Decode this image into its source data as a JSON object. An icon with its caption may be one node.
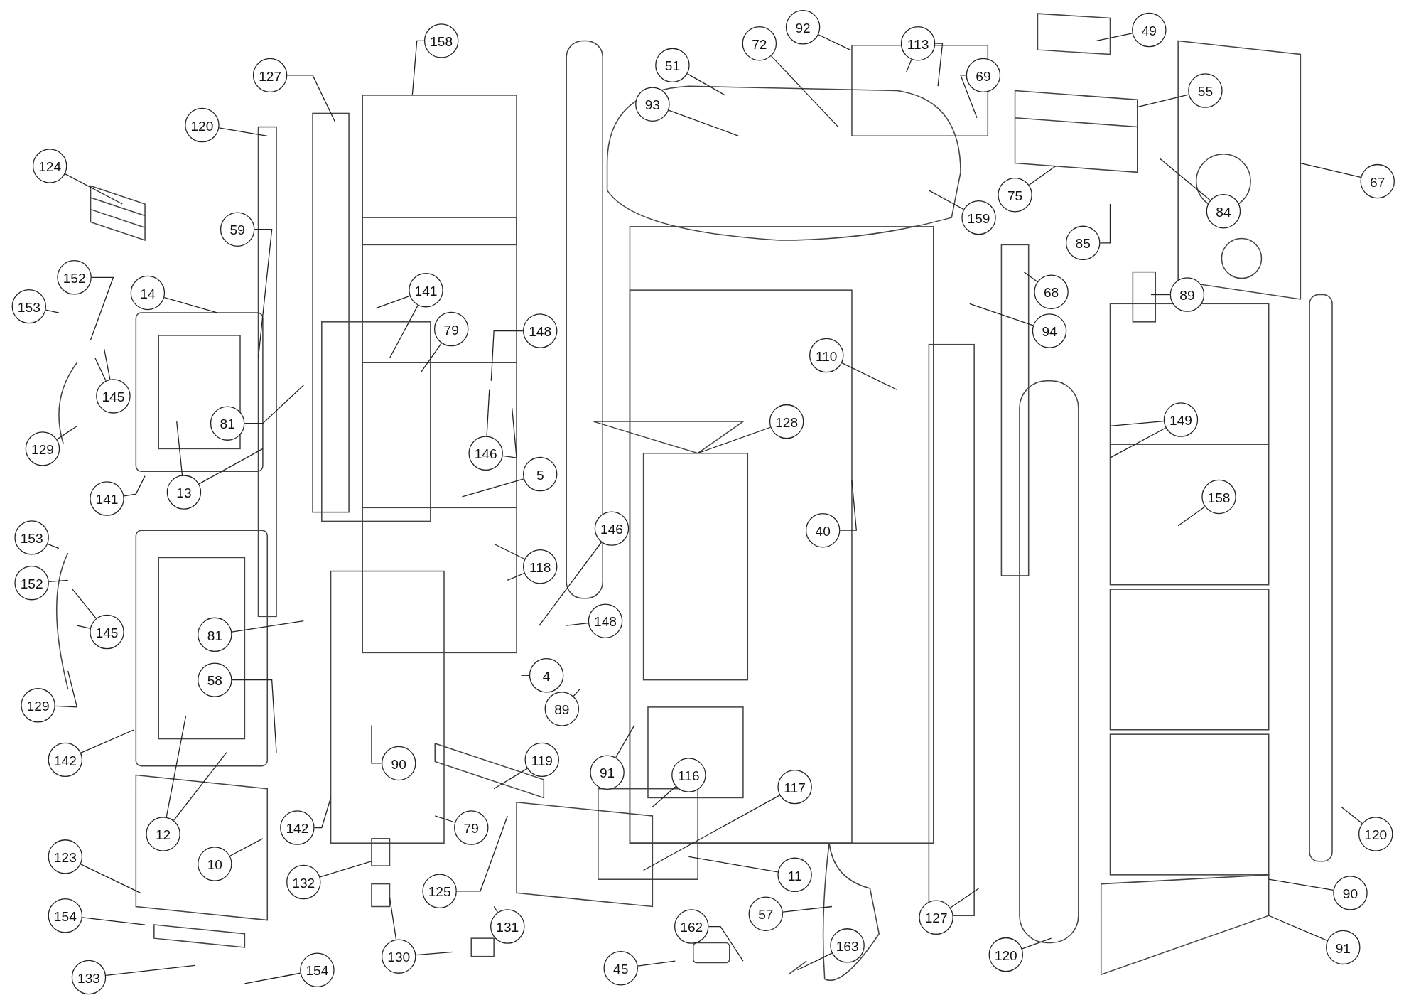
{
  "diagram": {
    "nodes": [
      {
        "text": [
          "158"
        ]
      },
      {
        "text": [
          "92"
        ]
      },
      {
        "text": [
          "113"
        ]
      },
      {
        "text": [
          "49"
        ]
      },
      {
        "text": [
          "72"
        ]
      },
      {
        "text": [
          "51"
        ]
      },
      {
        "text": [
          "93"
        ]
      },
      {
        "text": [
          "69"
        ]
      },
      {
        "text": [
          "55"
        ]
      },
      {
        "text": [
          "127"
        ]
      },
      {
        "text": [
          "120"
        ]
      },
      {
        "text": [
          "124"
        ]
      },
      {
        "text": [
          "67"
        ]
      },
      {
        "text": [
          "75"
        ]
      },
      {
        "text": [
          "84"
        ]
      },
      {
        "text": [
          "159"
        ]
      },
      {
        "text": [
          "85"
        ]
      },
      {
        "text": [
          "59"
        ]
      },
      {
        "text": [
          "152"
        ]
      },
      {
        "text": [
          "14"
        ]
      },
      {
        "text": [
          "153"
        ]
      },
      {
        "text": [
          "68"
        ]
      },
      {
        "text": [
          "89"
        ]
      },
      {
        "text": [
          "141"
        ]
      },
      {
        "text": [
          "79"
        ]
      },
      {
        "text": [
          "148"
        ]
      },
      {
        "text": [
          "94"
        ]
      },
      {
        "text": [
          "110"
        ]
      },
      {
        "text": [
          "145"
        ]
      },
      {
        "text": [
          "81"
        ]
      },
      {
        "text": [
          "128"
        ]
      },
      {
        "text": [
          "149"
        ]
      },
      {
        "text": [
          "146"
        ]
      },
      {
        "text": [
          "129"
        ]
      },
      {
        "text": [
          "5"
        ]
      },
      {
        "text": [
          "141"
        ]
      },
      {
        "text": [
          "13"
        ]
      },
      {
        "text": [
          "158"
        ]
      },
      {
        "text": [
          "40"
        ]
      },
      {
        "text": [
          "118"
        ]
      },
      {
        "text": [
          "146"
        ]
      },
      {
        "text": [
          "153"
        ]
      },
      {
        "text": [
          "152"
        ]
      },
      {
        "text": [
          "148"
        ]
      },
      {
        "text": [
          "145"
        ]
      },
      {
        "text": [
          "81"
        ]
      },
      {
        "text": [
          "4"
        ]
      },
      {
        "text": [
          "58"
        ]
      },
      {
        "text": [
          "89"
        ]
      },
      {
        "text": [
          "129"
        ]
      },
      {
        "text": [
          "142"
        ]
      },
      {
        "text": [
          "90"
        ]
      },
      {
        "text": [
          "119"
        ]
      },
      {
        "text": [
          "91"
        ]
      },
      {
        "text": [
          "116"
        ]
      },
      {
        "text": [
          "117"
        ]
      },
      {
        "text": [
          "12"
        ]
      },
      {
        "text": [
          "142"
        ]
      },
      {
        "text": [
          "79"
        ]
      },
      {
        "text": [
          "10"
        ]
      },
      {
        "text": [
          "120"
        ]
      },
      {
        "text": [
          "120"
        ]
      },
      {
        "text": [
          "123"
        ]
      },
      {
        "text": [
          "132"
        ]
      },
      {
        "text": [
          "11"
        ]
      },
      {
        "text": [
          "90"
        ]
      },
      {
        "text": [
          "125"
        ]
      },
      {
        "text": [
          "57"
        ]
      },
      {
        "text": [
          "127"
        ]
      },
      {
        "text": [
          "154"
        ]
      },
      {
        "text": [
          "131"
        ]
      },
      {
        "text": [
          "91"
        ]
      },
      {
        "text": [
          "162"
        ]
      },
      {
        "text": [
          "163"
        ]
      },
      {
        "text": [
          "130"
        ]
      },
      {
        "text": [
          "45"
        ]
      },
      {
        "text": [
          "133"
        ]
      },
      {
        "text": [
          "154"
        ]
      }
    ],
    "edges": [
      {
        "from": 0,
        "to": null,
        "arrow": "none"
      },
      {
        "from": 1,
        "to": null,
        "arrow": "none"
      },
      {
        "from": 2,
        "to": null,
        "arrow": "none"
      },
      {
        "from": 2,
        "to": null,
        "arrow": "none"
      },
      {
        "from": 3,
        "to": null,
        "arrow": "none"
      },
      {
        "from": 4,
        "to": null,
        "arrow": "none"
      },
      {
        "from": 5,
        "to": null,
        "arrow": "none"
      },
      {
        "from": 6,
        "to": null,
        "arrow": "none"
      },
      {
        "from": 7,
        "to": null,
        "arrow": "none"
      },
      {
        "from": 8,
        "to": null,
        "arrow": "none"
      },
      {
        "from": 9,
        "to": null,
        "arrow": "none"
      },
      {
        "from": 10,
        "to": null,
        "arrow": "none"
      },
      {
        "from": 11,
        "to": null,
        "arrow": "none"
      },
      {
        "from": 12,
        "to": null,
        "arrow": "none"
      },
      {
        "from": 13,
        "to": null,
        "arrow": "none"
      },
      {
        "from": 14,
        "to": null,
        "arrow": "none"
      },
      {
        "from": 15,
        "to": null,
        "arrow": "none"
      },
      {
        "from": 16,
        "to": null,
        "arrow": "none"
      },
      {
        "from": 17,
        "to": null,
        "arrow": "none"
      },
      {
        "from": 18,
        "to": null,
        "arrow": "none"
      },
      {
        "from": 19,
        "to": null,
        "arrow": "none"
      },
      {
        "from": 20,
        "to": null,
        "arrow": "none"
      },
      {
        "from": 21,
        "to": null,
        "arrow": "none"
      },
      {
        "from": 22,
        "to": null,
        "arrow": "none"
      },
      {
        "from": 23,
        "to": null,
        "arrow": "none"
      },
      {
        "from": 23,
        "to": null,
        "arrow": "none"
      },
      {
        "from": 24,
        "to": null,
        "arrow": "none"
      },
      {
        "from": 25,
        "to": null,
        "arrow": "none"
      },
      {
        "from": 26,
        "to": null,
        "arrow": "none"
      },
      {
        "from": 27,
        "to": null,
        "arrow": "none"
      },
      {
        "from": 28,
        "to": null,
        "arrow": "none"
      },
      {
        "from": 28,
        "to": null,
        "arrow": "none"
      },
      {
        "from": 29,
        "to": null,
        "arrow": "none"
      },
      {
        "from": 30,
        "to": null,
        "arrow": "none"
      },
      {
        "from": 31,
        "to": null,
        "arrow": "none"
      },
      {
        "from": 31,
        "to": null,
        "arrow": "none"
      },
      {
        "from": 32,
        "to": null,
        "arrow": "none"
      },
      {
        "from": 32,
        "to": null,
        "arrow": "none"
      },
      {
        "from": 33,
        "to": null,
        "arrow": "none"
      },
      {
        "from": 34,
        "to": null,
        "arrow": "none"
      },
      {
        "from": 35,
        "to": null,
        "arrow": "none"
      },
      {
        "from": 36,
        "to": null,
        "arrow": "none"
      },
      {
        "from": 36,
        "to": null,
        "arrow": "none"
      },
      {
        "from": 37,
        "to": null,
        "arrow": "none"
      },
      {
        "from": 38,
        "to": null,
        "arrow": "none"
      },
      {
        "from": 39,
        "to": null,
        "arrow": "none"
      },
      {
        "from": 39,
        "to": null,
        "arrow": "none"
      },
      {
        "from": 40,
        "to": null,
        "arrow": "none"
      },
      {
        "from": 41,
        "to": null,
        "arrow": "none"
      },
      {
        "from": 42,
        "to": null,
        "arrow": "none"
      },
      {
        "from": 43,
        "to": null,
        "arrow": "none"
      },
      {
        "from": 44,
        "to": null,
        "arrow": "none"
      },
      {
        "from": 44,
        "to": null,
        "arrow": "none"
      },
      {
        "from": 45,
        "to": null,
        "arrow": "none"
      },
      {
        "from": 46,
        "to": null,
        "arrow": "none"
      },
      {
        "from": 47,
        "to": null,
        "arrow": "none"
      },
      {
        "from": 48,
        "to": null,
        "arrow": "none"
      },
      {
        "from": 49,
        "to": null,
        "arrow": "none"
      },
      {
        "from": 50,
        "to": null,
        "arrow": "none"
      },
      {
        "from": 51,
        "to": null,
        "arrow": "none"
      },
      {
        "from": 52,
        "to": null,
        "arrow": "none"
      },
      {
        "from": 53,
        "to": null,
        "arrow": "none"
      },
      {
        "from": 54,
        "to": null,
        "arrow": "none"
      },
      {
        "from": 55,
        "to": null,
        "arrow": "none"
      },
      {
        "from": 56,
        "to": null,
        "arrow": "none"
      },
      {
        "from": 56,
        "to": null,
        "arrow": "none"
      },
      {
        "from": 57,
        "to": null,
        "arrow": "none"
      },
      {
        "from": 58,
        "to": null,
        "arrow": "none"
      },
      {
        "from": 59,
        "to": null,
        "arrow": "none"
      },
      {
        "from": 60,
        "to": null,
        "arrow": "none"
      },
      {
        "from": 61,
        "to": null,
        "arrow": "none"
      },
      {
        "from": 62,
        "to": null,
        "arrow": "none"
      },
      {
        "from": 63,
        "to": null,
        "arrow": "none"
      },
      {
        "from": 64,
        "to": null,
        "arrow": "none"
      },
      {
        "from": 65,
        "to": null,
        "arrow": "none"
      },
      {
        "from": 66,
        "to": null,
        "arrow": "none"
      },
      {
        "from": 67,
        "to": null,
        "arrow": "none"
      },
      {
        "from": 68,
        "to": null,
        "arrow": "none"
      },
      {
        "from": 69,
        "to": null,
        "arrow": "none"
      },
      {
        "from": 70,
        "to": null,
        "arrow": "none"
      },
      {
        "from": 71,
        "to": null,
        "arrow": "none"
      },
      {
        "from": 72,
        "to": null,
        "arrow": "none"
      },
      {
        "from": 73,
        "to": null,
        "arrow": "none"
      },
      {
        "from": 74,
        "to": null,
        "arrow": "none"
      },
      {
        "from": 74,
        "to": null,
        "arrow": "none"
      },
      {
        "from": 75,
        "to": null,
        "arrow": "none"
      },
      {
        "from": 76,
        "to": null,
        "arrow": "none"
      },
      {
        "from": 77,
        "to": null,
        "arrow": "none"
      }
    ]
  }
}
